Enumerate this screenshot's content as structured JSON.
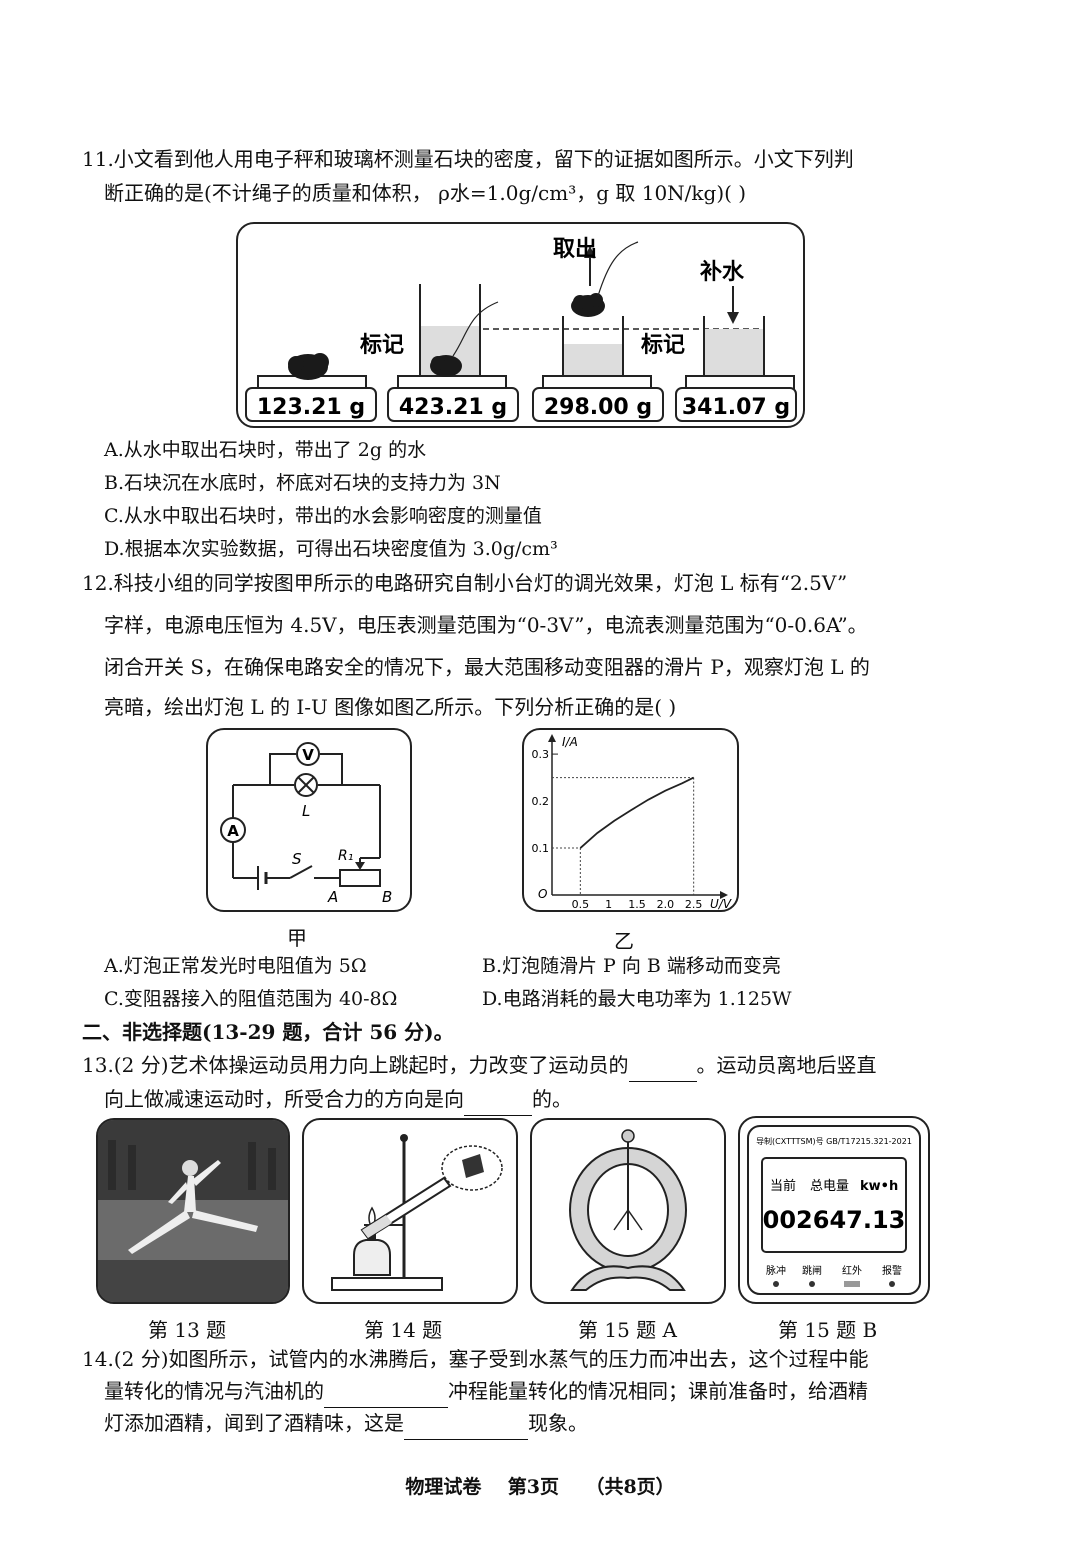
{
  "q11": {
    "line1": "11.小文看到他人用电子秤和玻璃杯测量石块的密度，留下的证据如图所示。小文下列判",
    "line2": "断正确的是(不计绳子的质量和体积， ρ水=1.0g/cm³，g 取 10N/kg)(    )",
    "figure": {
      "label_takeout": "取出",
      "label_addwater": "补水",
      "label_mark1": "标记",
      "label_mark2": "标记",
      "readings": [
        "123.21 g",
        "423.21 g",
        "298.00 g",
        "341.07 g"
      ]
    },
    "options": [
      "A.从水中取出石块时，带出了 2g 的水",
      "B.石块沉在水底时，杯底对石块的支持力为 3N",
      "C.从水中取出石块时，带出的水会影响密度的测量值",
      "D.根据本次实验数据，可得出石块密度值为 3.0g/cm³"
    ]
  },
  "q12": {
    "lines": [
      "12.科技小组的同学按图甲所示的电路研究自制小台灯的调光效果，灯泡 L 标有“2.5V”",
      "字样，电源电压恒为 4.5V，电压表测量范围为“0-3V”，电流表测量范围为“0-0.6A”。",
      "闭合开关 S，在确保电路安全的情况下，最大范围移动变阻器的滑片 P，观察灯泡 L 的",
      "亮暗，绘出灯泡 L 的 I-U 图像如图乙所示。下列分析正确的是(    )"
    ],
    "circuit": {
      "V": "V",
      "A": "A",
      "L": "L",
      "S": "S",
      "R": "R₁",
      "endA": "A",
      "endB": "B"
    },
    "caption_left": "甲",
    "caption_right": "乙",
    "options": [
      "A.灯泡正常发光时电阻值为 5Ω",
      "B.灯泡随滑片 P 向 B 端移动而变亮",
      "C.变阻器接入的阻值范围为 40-8Ω",
      "D.电路消耗的最大电功率为 1.125W"
    ]
  },
  "chart_data": {
    "type": "line",
    "xlabel": "U/V",
    "ylabel": "I/A",
    "origin_label": "O",
    "x_ticks": [
      "0.5",
      "1",
      "1.5",
      "2.0",
      "2.5"
    ],
    "y_ticks": [
      "0.1",
      "0.2",
      "0.3"
    ],
    "xlim": [
      0,
      3.0
    ],
    "ylim": [
      0,
      0.33
    ],
    "x": [
      0.5,
      0.8,
      1.1,
      1.4,
      1.7,
      2.0,
      2.3,
      2.5
    ],
    "y": [
      0.1,
      0.132,
      0.158,
      0.181,
      0.203,
      0.222,
      0.238,
      0.25
    ]
  },
  "section2": "二、非选择题(13-29 题，合计 56 分)。",
  "q13": {
    "l1a": "13.(2 分)艺术体操运动员用力向上跳起时，力改变了运动员的",
    "l1b": "。运动员离地后竖直",
    "l2a": "向上做减速运动时，所受合力的方向是向",
    "l2b": "的。"
  },
  "images": {
    "captions": [
      "第 13 题",
      "第 14 题",
      "第 15 题 A",
      "第 15 题 B"
    ],
    "meter": {
      "top": "导制(CXTTTSM)号  GB/T17215.321-2021",
      "label_current": "当前",
      "label_total": "总电量",
      "unit": "kw•h",
      "reading": "002647.13",
      "buttons": [
        "脉冲",
        "跳闸",
        "红外",
        "报警"
      ]
    }
  },
  "q14": {
    "l1": "14.(2 分)如图所示，试管内的水沸腾后，塞子受到水蒸气的压力而冲出去，这个过程中能",
    "l2a": "量转化的情况与汽油机的",
    "l2b": "冲程能量转化的情况相同；课前准备时，给酒精",
    "l3a": "灯添加酒精，闻到了酒精味，这是",
    "l3b": "现象。"
  },
  "footer": "物理试卷    第3页    （共8页）"
}
